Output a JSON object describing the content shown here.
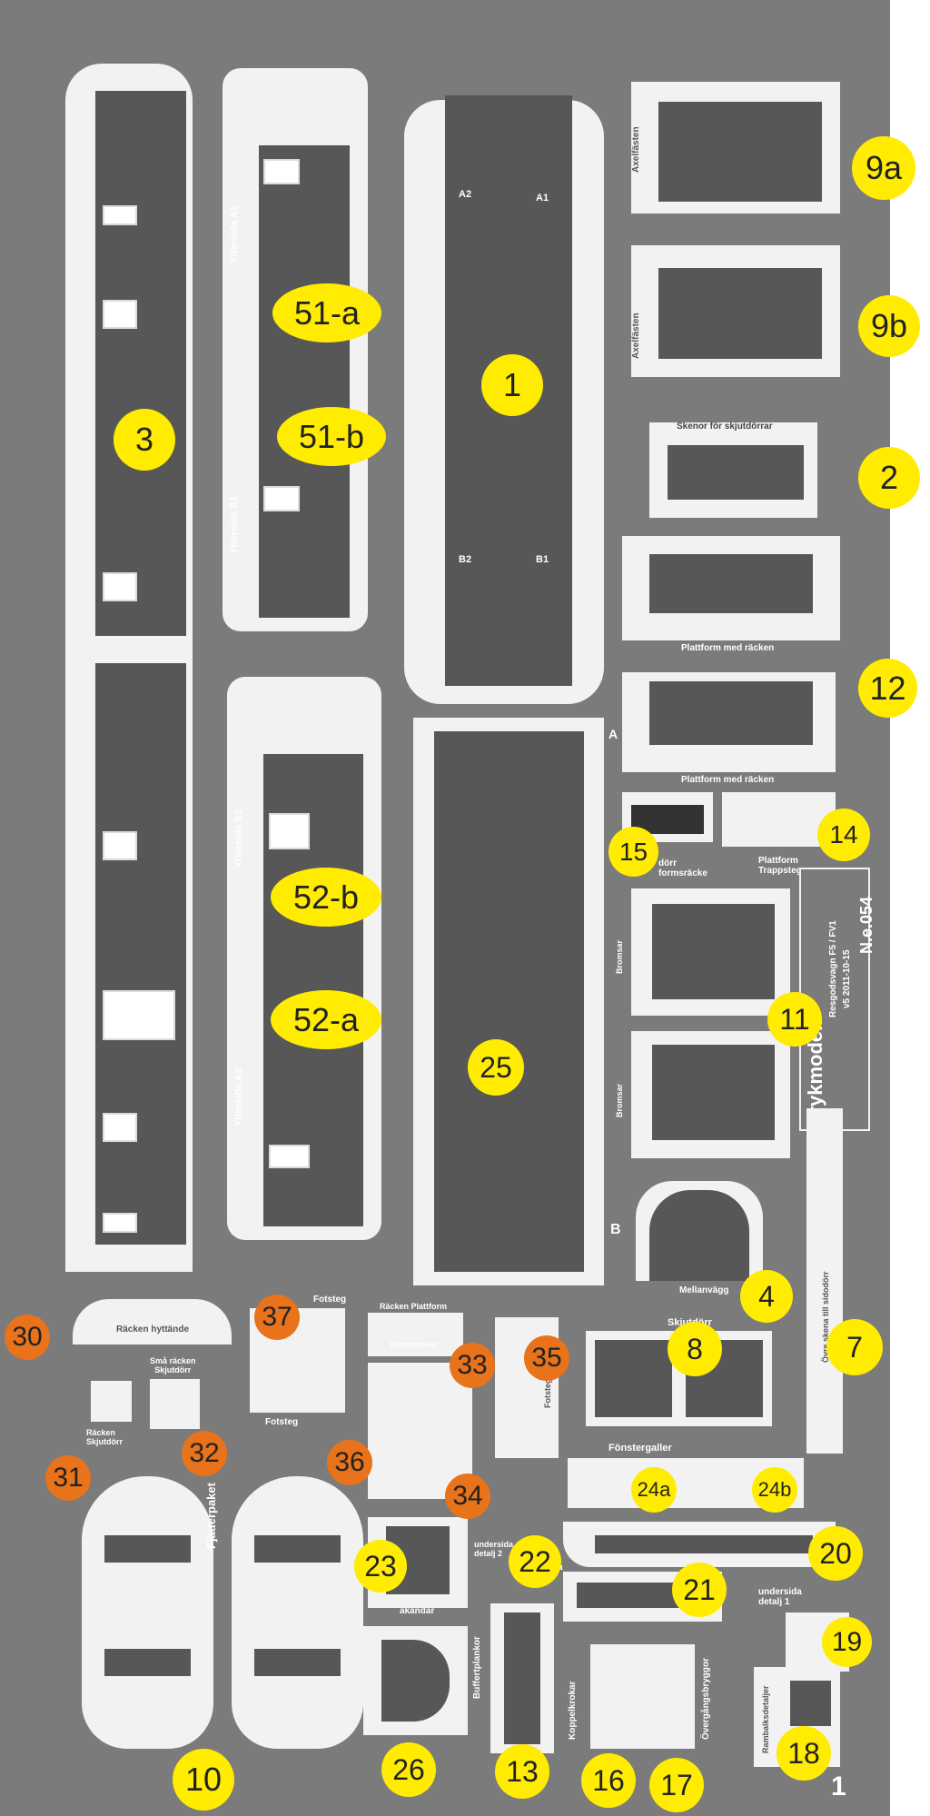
{
  "sheet": {
    "page_number": "1",
    "stamp": {
      "brand": "Frykmodell",
      "title": "Resgodsvagn F5 / FV1",
      "version": "v5 2011-10-15",
      "code": "N.e.054"
    }
  },
  "labels": {
    "axelfasten_a": "Axelfästen",
    "axelfasten_b": "Axelfästen",
    "skenor": "Skenor för skjutdörrar",
    "plattform1": "Plattform med räcken",
    "plattform2": "Plattform med räcken",
    "dorr_plattformsracke": "dörr\nformsräcke",
    "plattform_trappsteg": "Plattform\nTrappsteg",
    "bromsar_a": "Bromsar",
    "bromsar_b": "Bromsar",
    "yttersida_a1": "Yttersida A1",
    "yttersida_b1": "Yttersida B1",
    "yttersida_b2": "Yttersida B2",
    "yttersida_a2": "Yttersida A2",
    "letter_a": "A",
    "letter_b": "B",
    "bogie_a1": "A1",
    "bogie_a2": "A2",
    "bogie_b1": "B1",
    "bogie_b2": "B2",
    "mellanvagg": "Mellanvägg",
    "skjutdorr": "Skjutdörr",
    "ovre_skena": "Övre skena till sidodörr",
    "fonstergaller": "Fönstergaller",
    "racken_hyttande": "Räcken hyttände",
    "sma_racken": "Små räcken\nSkjutdörr",
    "racken_skjutdorr": "Räcken\nSkjutdörr",
    "fotsteg_top": "Fotsteg",
    "fotsteg_bottom": "Fotsteg",
    "racken_plattform": "Räcken   Plattform",
    "bromsvevar": "Bromsvevar",
    "fotsteg_skjut": "Fotsteg skjut",
    "fjaderpaket": "Fjäderpaket",
    "undersida_detalj_2": "undersida\ndetalj 2",
    "undersida_detalj_1": "undersida\ndetalj 1",
    "gavlar": "akändar",
    "buffertplankor": "Buffertplankor",
    "koppelkrokar": "Koppelkrokar",
    "overgangsbryggor": "Övergångsbryggor",
    "rambalksdetaljer": "Rambalksdetaljer",
    "letter_a_small": "a"
  },
  "part_numbers": {
    "p9a": "9a",
    "p9b": "9b",
    "p1": "1",
    "p3": "3",
    "p51a": "51-a",
    "p51b": "51-b",
    "p2": "2",
    "p12": "12",
    "p15": "15",
    "p14": "14",
    "p11": "11",
    "p52b": "52-b",
    "p52a": "52-a",
    "p25": "25",
    "p4": "4",
    "p8": "8",
    "p7": "7",
    "p30": "30",
    "p37": "37",
    "p33": "33",
    "p35": "35",
    "p32": "32",
    "p31": "31",
    "p36": "36",
    "p34": "34",
    "p24a": "24a",
    "p24b": "24b",
    "p20": "20",
    "p23": "23",
    "p22": "22",
    "p21": "21",
    "p19": "19",
    "p18": "18",
    "p10": "10",
    "p26": "26",
    "p13": "13",
    "p16": "16",
    "p17": "17"
  },
  "colors": {
    "background": "#7b7b7b",
    "paper": "#f2f2f2",
    "dark_part": "#575757",
    "marker_yellow": "#ffec00",
    "marker_orange": "#e8731a"
  }
}
